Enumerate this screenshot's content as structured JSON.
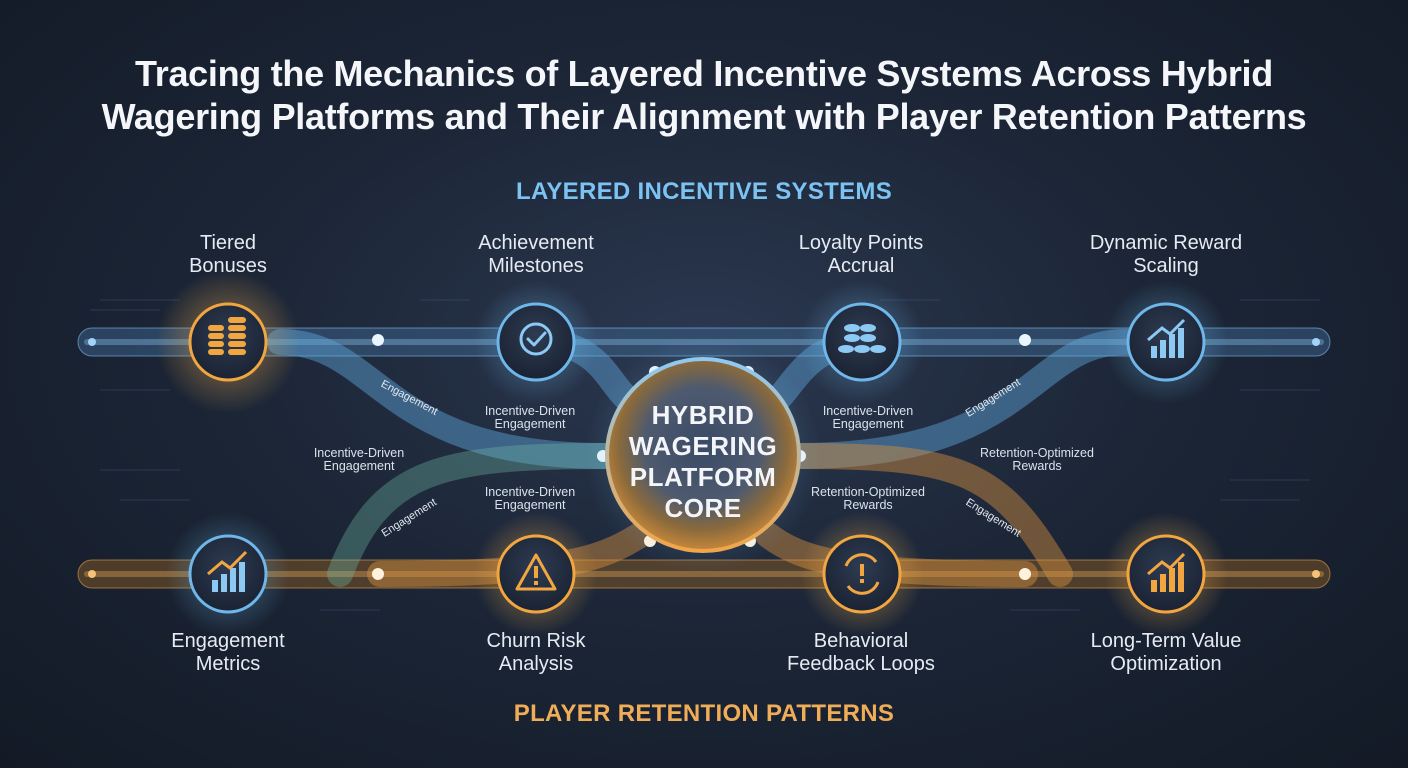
{
  "title": {
    "line1": "Tracing the Mechanics of Layered Incentive Systems Across Hybrid",
    "line2": "Wagering Platforms and Their Alignment with Player Retention Patterns"
  },
  "sections": {
    "top": "LAYERED INCENTIVE SYSTEMS",
    "bottom": "PLAYER RETENTION PATTERNS"
  },
  "core": {
    "line1": "HYBRID",
    "line2": "WAGERING",
    "line3": "PLATFORM",
    "line4": "CORE"
  },
  "top_nodes": [
    {
      "line1": "Tiered",
      "line2": "Bonuses",
      "icon": "coin-stack-icon",
      "color": "#f2a640"
    },
    {
      "line1": "Achievement",
      "line2": "Milestones",
      "icon": "badge-check-icon",
      "color": "#6fb6ea"
    },
    {
      "line1": "Loyalty Points",
      "line2": "Accrual",
      "icon": "points-stack-icon",
      "color": "#6fb6ea"
    },
    {
      "line1": "Dynamic Reward",
      "line2": "Scaling",
      "icon": "growth-chart-icon",
      "color": "#6fb6ea"
    }
  ],
  "bottom_nodes": [
    {
      "line1": "Engagement",
      "line2": "Metrics",
      "icon": "bar-trend-icon",
      "color": "#6fb6ea"
    },
    {
      "line1": "Churn Risk",
      "line2": "Analysis",
      "icon": "warning-icon",
      "color": "#f2a640"
    },
    {
      "line1": "Behavioral",
      "line2": "Feedback Loops",
      "icon": "cycle-alert-icon",
      "color": "#f2a640"
    },
    {
      "line1": "Long-Term Value",
      "line2": "Optimization",
      "icon": "growth-chart-icon",
      "color": "#f2a640"
    }
  ],
  "connector_labels": {
    "left_upper": {
      "line1": "Incentive-Driven",
      "line2": "Engagement"
    },
    "left_mid": {
      "line1": "Incentive-Driven",
      "line2": "Engagement"
    },
    "left_lower": {
      "line1": "Incentive-Driven",
      "line2": "Engagement"
    },
    "right_upper": {
      "line1": "Incentive-Driven",
      "line2": "Engagement"
    },
    "right_mid": {
      "line1": "Retention-Optimized",
      "line2": "Rewards"
    },
    "right_lower": {
      "line1": "Retention-Optimized",
      "line2": "Rewards"
    }
  },
  "rotated_labels": {
    "a": "Engagement",
    "b": "Engagement",
    "c": "Engagement",
    "d": "Engagement"
  },
  "colors": {
    "blue_accent": "#6fb6ea",
    "orange_accent": "#f2a640",
    "top_heading": "#7cc2f2",
    "bottom_heading": "#f0ad58"
  }
}
